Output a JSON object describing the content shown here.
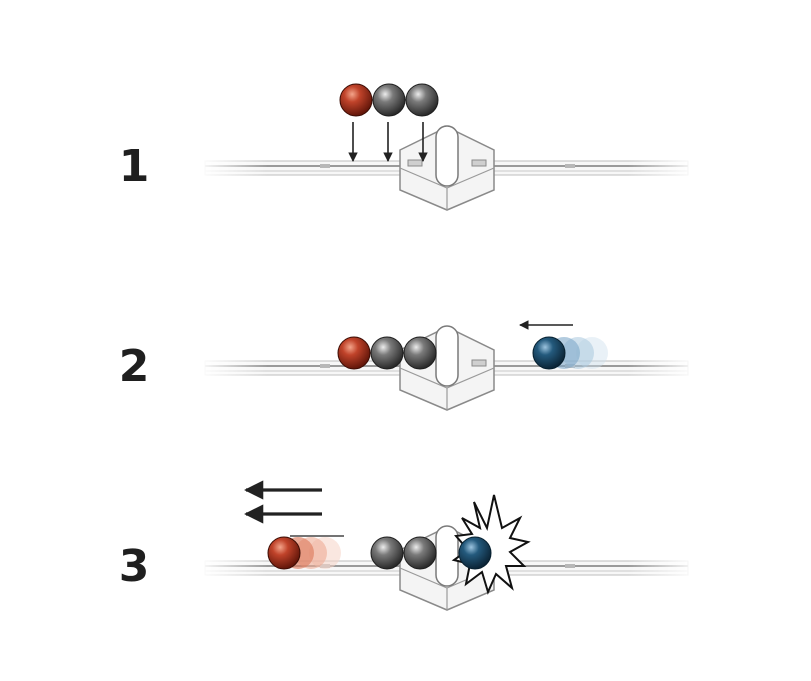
{
  "steps": [
    {
      "label": "1"
    },
    {
      "label": "2"
    },
    {
      "label": "3"
    }
  ],
  "colors": {
    "red_ball": "#a8321c",
    "gray_ball": "#5c5c5c",
    "blue_ball": "#1f4e6e",
    "track": "#8a8a8a",
    "block": "#f4f4f4",
    "outline": "#7a7a7a",
    "label": "#1f1f1f"
  }
}
